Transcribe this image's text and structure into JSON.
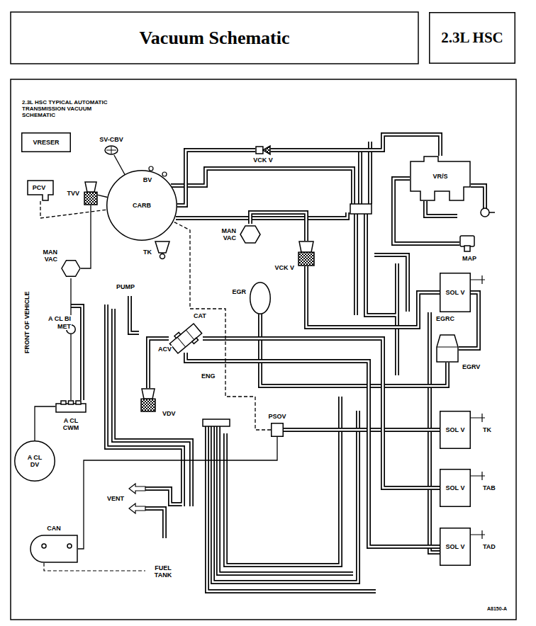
{
  "diagram": {
    "title": "Vacuum Schematic",
    "nodes": [
      {
        "text": [
          "2.3L HSC"
        ]
      },
      {
        "text": [
          "VRESER"
        ]
      },
      {
        "text": [
          "SV-CBV"
        ]
      },
      {
        "text": [
          "TVV"
        ]
      },
      {
        "text": [
          "PCV"
        ]
      },
      {
        "text": [
          "BV",
          "CARB"
        ]
      },
      {
        "text": [
          "VCK V"
        ]
      },
      {
        "text": [
          "VR/S"
        ]
      },
      {
        "text": [
          "MAP"
        ]
      },
      {
        "text": [
          "MAN VAC"
        ]
      },
      {
        "text": [
          "VCK V"
        ]
      },
      {
        "text": [
          "TK"
        ]
      },
      {
        "text": [
          "EGR"
        ]
      },
      {
        "text": [
          "SOL V",
          "EGRC"
        ]
      },
      {
        "text": [
          "EGRV"
        ]
      },
      {
        "text": [
          "SOL V",
          "TK"
        ]
      },
      {
        "text": [
          "SOL V",
          "TAB"
        ]
      },
      {
        "text": [
          "SOL V",
          "TAD"
        ]
      },
      {
        "text": [
          "MAN VAC"
        ]
      },
      {
        "text": [
          "A CL BI MET"
        ]
      },
      {
        "text": [
          "A CL CWM"
        ]
      },
      {
        "text": [
          "A CL DV"
        ]
      },
      {
        "text": [
          "CAT"
        ]
      },
      {
        "text": [
          "VDV"
        ]
      },
      {
        "text": [
          "PSOV"
        ]
      },
      {
        "text": [
          "CAN"
        ]
      }
    ],
    "edges": [
      {
        "from": 5,
        "to": 2,
        "arrow": "none"
      },
      {
        "from": 3,
        "to": 5,
        "arrow": "none"
      },
      {
        "from": 4,
        "to": 5,
        "arrow": "none"
      },
      {
        "from": 5,
        "to": 6,
        "arrow": "none"
      },
      {
        "from": 6,
        "to": 7,
        "arrow": "none"
      },
      {
        "from": 9,
        "to": 10,
        "arrow": "none"
      },
      {
        "from": 10,
        "to": 13,
        "arrow": "none"
      },
      {
        "from": 12,
        "to": 14,
        "arrow": "none"
      },
      {
        "from": 13,
        "to": 14,
        "arrow": "none"
      },
      {
        "from": 15,
        "to": 24,
        "arrow": "none"
      },
      {
        "from": 16,
        "to": 22,
        "arrow": "none"
      },
      {
        "from": 17,
        "to": 22,
        "arrow": "none"
      },
      {
        "from": 18,
        "to": 19,
        "arrow": "none"
      },
      {
        "from": 19,
        "to": 20,
        "arrow": "none"
      },
      {
        "from": 20,
        "to": 21,
        "arrow": "none"
      },
      {
        "from": 22,
        "to": 23,
        "arrow": "none"
      },
      {
        "from": 24,
        "to": 5,
        "arrow": "none"
      },
      {
        "from": 25,
        "to": 24,
        "arrow": "none"
      },
      {
        "from": 3,
        "to": 18,
        "arrow": "none"
      },
      {
        "from": 7,
        "to": 8,
        "arrow": "none"
      }
    ],
    "labels": [
      "2.3L HSC TYPICAL AUTOMATIC TRANSMISSION VACUUM SCHEMATIC",
      "FRONT OF VEHICLE",
      "PUMP",
      "ACV",
      "ENG",
      "VENT",
      "FUEL TANK",
      "A8150-A"
    ]
  }
}
